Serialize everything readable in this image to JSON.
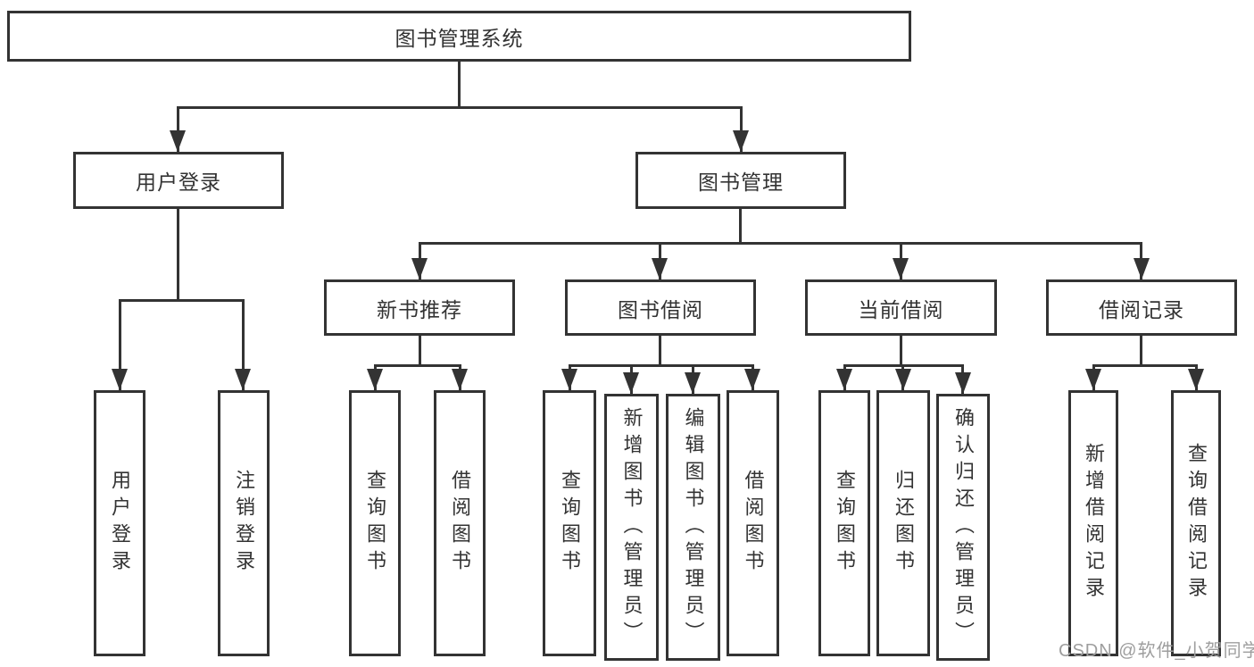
{
  "colors": {
    "line": "#333333",
    "text": "#333333",
    "background": "#ffffff",
    "watermark_text": "#9e9e9e"
  },
  "diagram": {
    "root": "图书管理系统",
    "branches": {
      "user_login": "用户登录",
      "book_management": "图书管理"
    },
    "modules": {
      "new_book_recommend": "新书推荐",
      "book_borrowing": "图书借阅",
      "current_borrowing": "当前借阅",
      "borrowing_records": "借阅记录"
    },
    "leaves": {
      "user_login": "用户登录",
      "logout": "注销登录",
      "nbr_query_books": "查询图书",
      "nbr_borrow_books": "借阅图书",
      "bb_query_books": "查询图书",
      "bb_add_books": "新增图书（管理员）",
      "bb_edit_books": "编辑图书（管理员）",
      "bb_borrow_books": "借阅图书",
      "cb_query_books": "查询图书",
      "cb_return_books": "归还图书",
      "cb_confirm_return": "确认归还（管理员）",
      "br_add_record": "新增借阅记录",
      "br_query_record": "查询借阅记录"
    }
  },
  "watermark": "CSDN @软件_小贺同学"
}
